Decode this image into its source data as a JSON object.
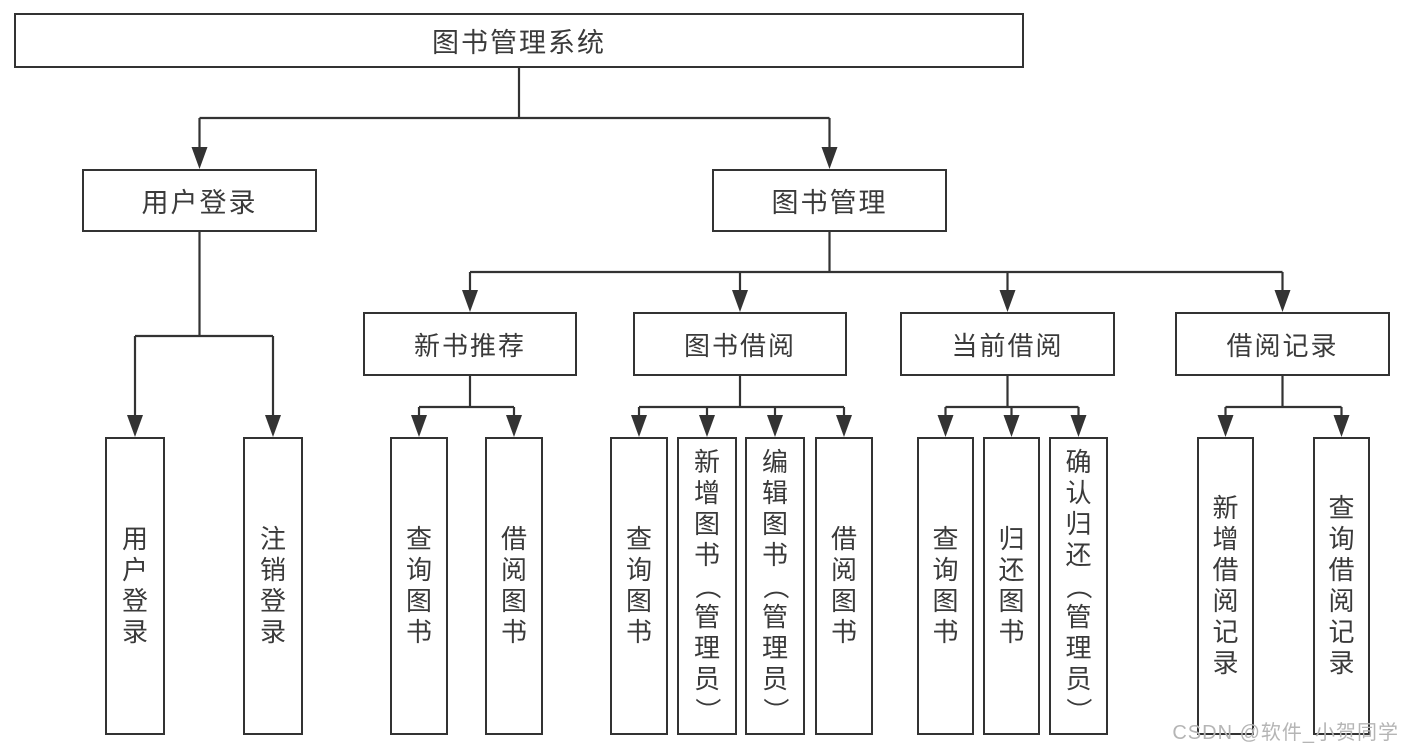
{
  "tree": {
    "root": "图书管理系统",
    "branches": [
      {
        "label": "用户登录",
        "leaves": [
          "用户登录",
          "注销登录"
        ]
      },
      {
        "label": "图书管理",
        "children": [
          {
            "label": "新书推荐",
            "leaves": [
              "查询图书",
              "借阅图书"
            ]
          },
          {
            "label": "图书借阅",
            "leaves": [
              "查询图书",
              "新增图书（管理员）",
              "编辑图书（管理员）",
              "借阅图书"
            ]
          },
          {
            "label": "当前借阅",
            "leaves": [
              "查询图书",
              "归还图书",
              "确认归还（管理员）"
            ]
          },
          {
            "label": "借阅记录",
            "leaves": [
              "新增借阅记录",
              "查询借阅记录"
            ]
          }
        ]
      }
    ]
  },
  "watermark": "CSDN @软件_小贺同学",
  "colors": {
    "line": "#333333",
    "text": "#3a3a3a",
    "watermark": "#b5b5b5",
    "background": "#ffffff"
  }
}
